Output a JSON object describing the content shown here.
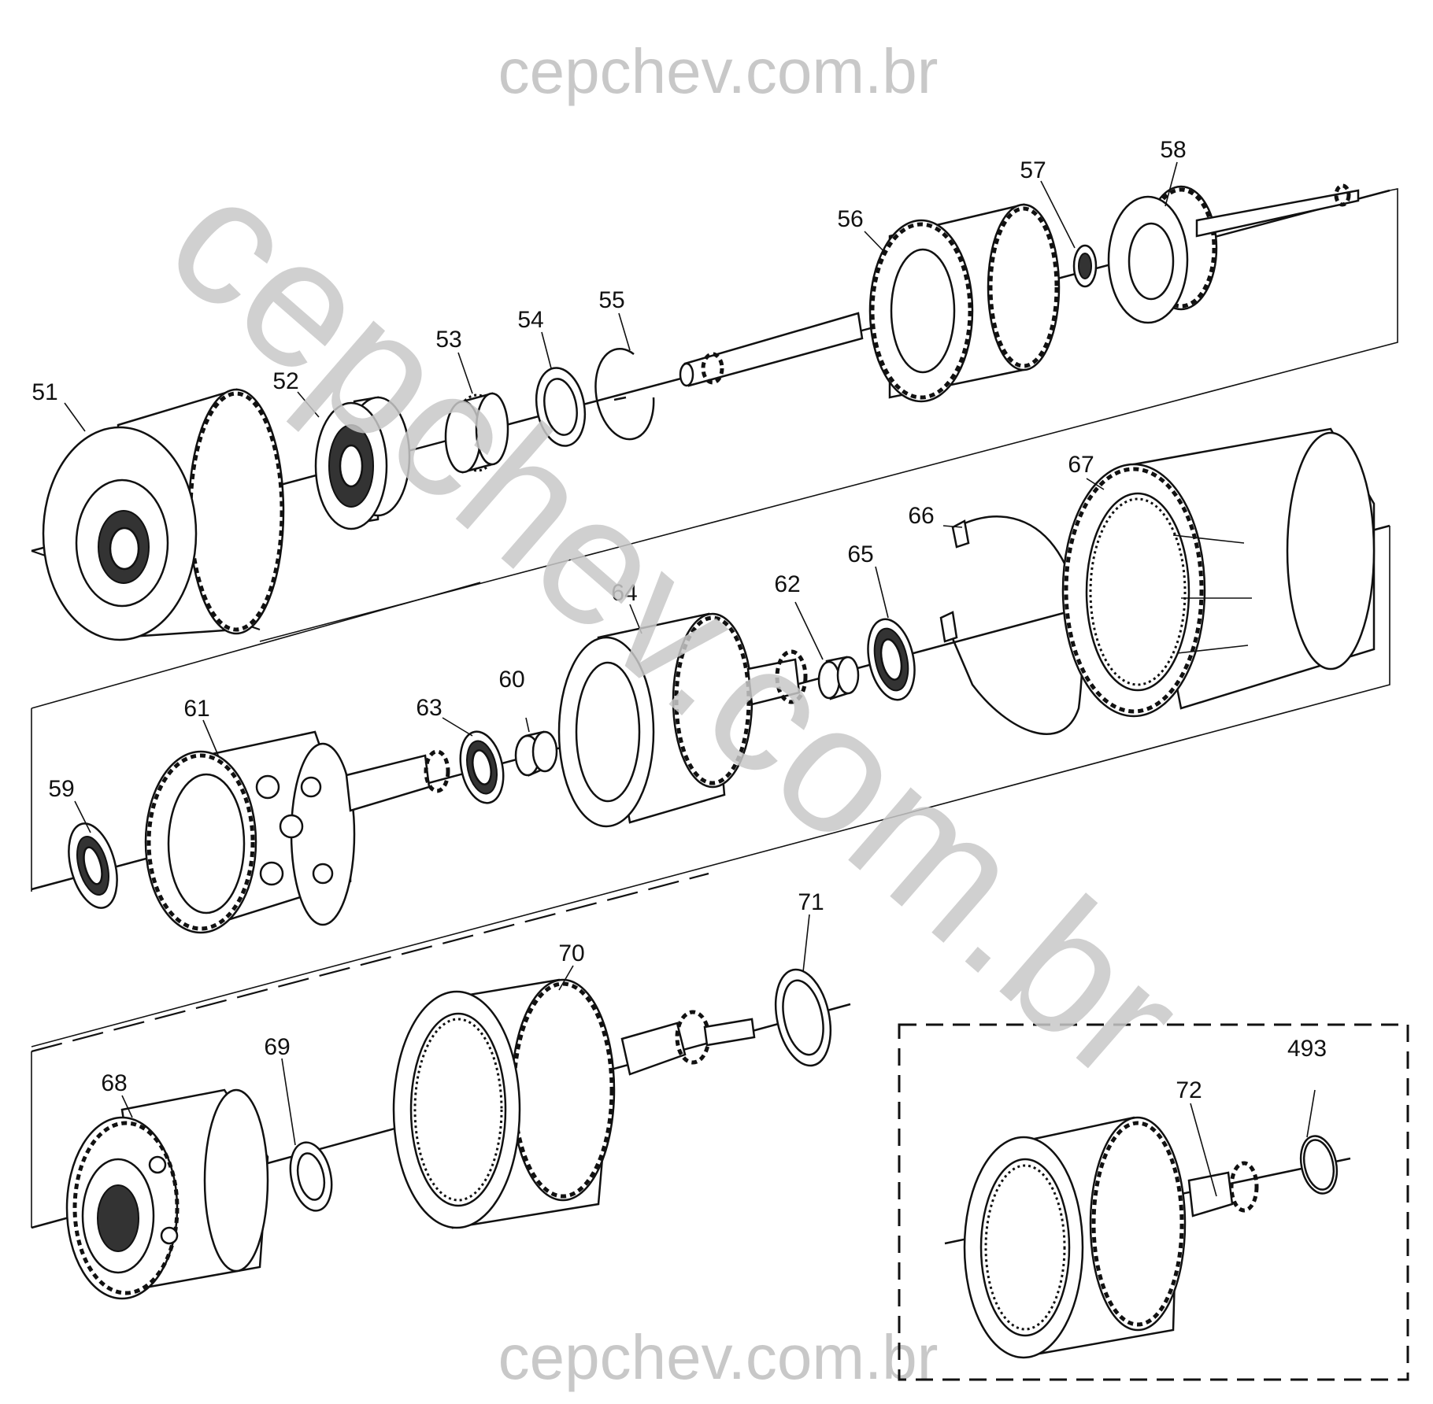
{
  "watermarks": {
    "top": "cepchev.com.br",
    "bottom": "cepchev.com.br",
    "diagonal": "cepchev.com.br"
  },
  "callouts": [
    "51",
    "52",
    "53",
    "54",
    "55",
    "56",
    "57",
    "58",
    "59",
    "60",
    "61",
    "62",
    "63",
    "64",
    "65",
    "66",
    "67",
    "68",
    "69",
    "70",
    "71",
    "72",
    "493"
  ]
}
